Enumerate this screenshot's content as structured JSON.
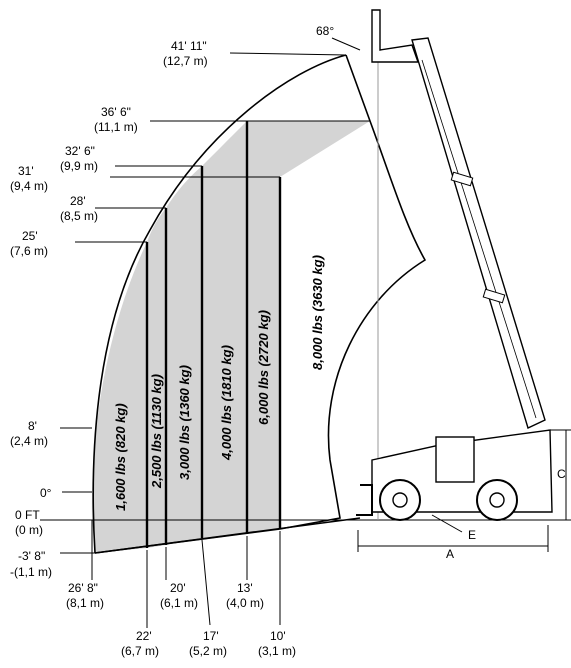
{
  "heights": {
    "h41_ft": "41' 11\"",
    "h41_m": "(12,7 m)",
    "h36_ft": "36' 6\"",
    "h36_m": "(11,1 m)",
    "h32_ft": "32' 6\"",
    "h32_m": "(9,9 m)",
    "h31_ft": "31'",
    "h31_m": "(9,4 m)",
    "h28_ft": "28'",
    "h28_m": "(8,5 m)",
    "h25_ft": "25'",
    "h25_m": "(7,6 m)",
    "h8_ft": "8'",
    "h8_m": "(2,4 m)",
    "h0_deg": "0°",
    "h0_ft": "0 FT",
    "h0_m": "(0 m)",
    "hneg_ft": "-3' 8\"",
    "hneg_m": "-(1,1 m)"
  },
  "angle": "68°",
  "reach": {
    "r268_ft": "26' 8\"",
    "r268_m": "(8,1 m)",
    "r22_ft": "22'",
    "r22_m": "(6,7 m)",
    "r20_ft": "20'",
    "r20_m": "(6,1 m)",
    "r17_ft": "17'",
    "r17_m": "(5,2 m)",
    "r13_ft": "13'",
    "r13_m": "(4,0 m)",
    "r10_ft": "10'",
    "r10_m": "(3,1 m)"
  },
  "zones": {
    "z1": "1,600 lbs (820 kg)",
    "z2": "2,500 lbs (1130 kg)",
    "z3": "3,000 lbs (1360 kg)",
    "z4": "4,000 lbs (1810 kg)",
    "z5": "6,000 lbs (2720 kg)",
    "z6": "8,000 lbs (3630 kg)"
  },
  "dims": {
    "a": "A",
    "c": "C",
    "e": "E"
  },
  "colors": {
    "shade": "#d4d4d4",
    "line": "#000000",
    "background": "#ffffff"
  }
}
